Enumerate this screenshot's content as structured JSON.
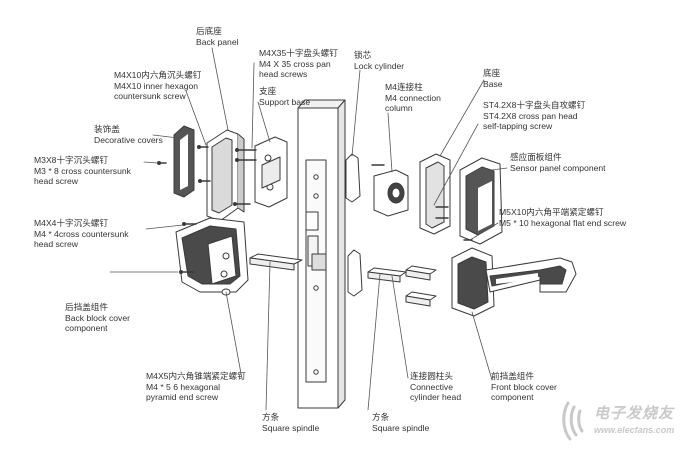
{
  "labels": {
    "back_panel": [
      "后底座",
      "Back panel"
    ],
    "inner_hex_screw": [
      "M4X10内六角沉头螺钉",
      "M4X10 inner hexagon",
      "countersunk screw"
    ],
    "cross_pan_screws": [
      "M4X35十字盘头螺钉",
      "M4 X 35 cross pan",
      "head screws"
    ],
    "support_base": [
      "支座",
      "Support base"
    ],
    "lock_cylinder": [
      "锁芯",
      "Lock cylinder"
    ],
    "connection_column": [
      "M4连接柱",
      "M4 connection",
      "column"
    ],
    "base": [
      "底座",
      "Base"
    ],
    "self_tapping_screw": [
      "ST4.2X8十字盘头自攻螺钉",
      "ST4.2X8 cross pan head",
      "self-tapping screw"
    ],
    "decorative_covers": [
      "装饰盖",
      "Decorative covers"
    ],
    "m3x8_screw": [
      "M3X8十字沉头螺钉",
      "M3 * 8 cross countersunk",
      "head screw"
    ],
    "sensor_panel": [
      "感应面板组件",
      "Sensor panel component"
    ],
    "hex_flat_end_screw": [
      "M5X10内六角平端紧定螺钉",
      "M5 * 10 hexagonal flat end screw"
    ],
    "m4x4_screw": [
      "M4X4十字沉头螺钉",
      "M4 * 4cross countersunk",
      "head screw"
    ],
    "back_block_cover": [
      "后挡盖组件",
      "Back block cover",
      "component"
    ],
    "pyramid_end_screw": [
      "M4X5内六角锥端紧定螺钉",
      "M4 * 5 6 hexagonal",
      "pyramid end screw"
    ],
    "connective_cylinder_head": [
      "连接圆柱头",
      "Connective",
      "cylinder head"
    ],
    "front_block_cover": [
      "前挡盖组件",
      "Front block cover",
      "component"
    ],
    "square_spindle_left": [
      "方条",
      "Square spindle"
    ],
    "square_spindle_right": [
      "方条",
      "Square spindle"
    ]
  },
  "watermark": {
    "brand": "电子发烧友",
    "url": "www.elecfans.com"
  },
  "colors": {
    "line": "#3a3a3a",
    "text": "#333333",
    "watermark": "#c9c9c9"
  }
}
